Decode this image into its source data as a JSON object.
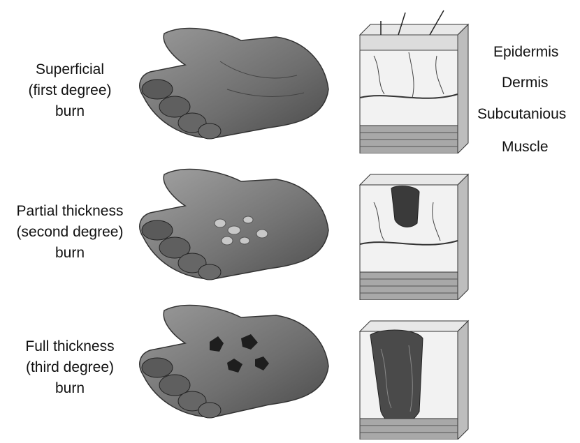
{
  "rows": [
    {
      "label_lines": [
        "Superficial",
        "(first degree)",
        "burn"
      ]
    },
    {
      "label_lines": [
        "Partial thickness",
        "(second degree)",
        "burn"
      ]
    },
    {
      "label_lines": [
        "Full thickness",
        "(third degree)",
        "burn"
      ]
    }
  ],
  "layers": {
    "epidermis": "Epidermis",
    "dermis": "Dermis",
    "subcutaneous": "Subcutanious",
    "muscle": "Muscle"
  }
}
